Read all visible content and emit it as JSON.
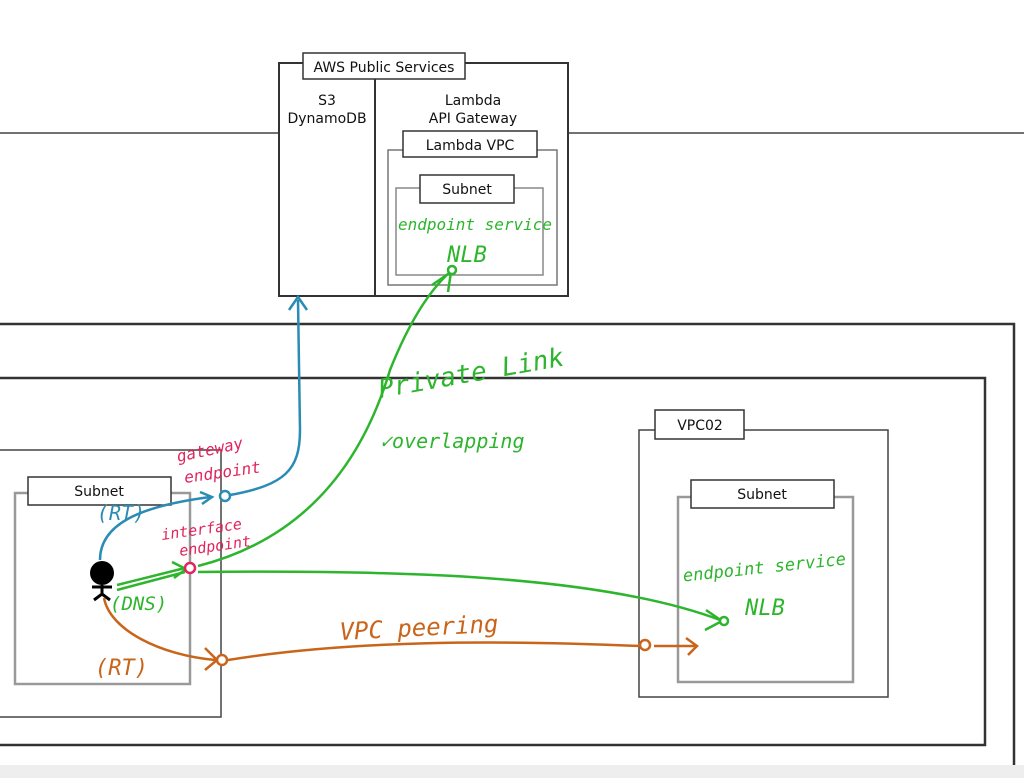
{
  "colors": {
    "blue": "#2a8bb5",
    "green": "#2db52d",
    "red": "#e0245e",
    "orange": "#c8651b",
    "box": "#444444",
    "subnet": "#999999"
  },
  "public_services": {
    "title": "AWS Public Services",
    "left_lines": [
      "S3",
      "DynamoDB"
    ],
    "right_lines": [
      "Lambda",
      "API Gateway"
    ]
  },
  "lambda_vpc": {
    "title": "Lambda VPC",
    "subnet": "Subnet",
    "endpoint_service": "endpoint service",
    "nlb": "NLB"
  },
  "vpc01": {
    "subnet": "Subnet"
  },
  "vpc02": {
    "title": "VPC02",
    "subnet": "Subnet",
    "endpoint_service": "endpoint service",
    "nlb": "NLB"
  },
  "annotations": {
    "gateway_endpoint": [
      "gateway",
      "endpoint"
    ],
    "interface_endpoint": [
      "interface",
      "endpoint"
    ],
    "rt_blue": "(RT)",
    "dns": "(DNS)",
    "rt_orange": "(RT)",
    "private_link": "Private Link",
    "overlapping": "✓overlapping",
    "vpc_peering": "VPC peering"
  }
}
